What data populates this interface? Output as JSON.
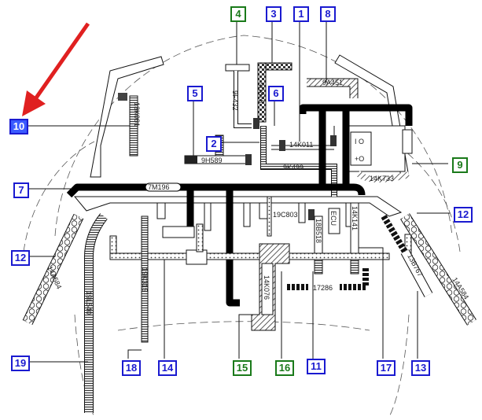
{
  "diagram": {
    "callouts": [
      {
        "id": "1",
        "text": "1",
        "kind": "blue"
      },
      {
        "id": "2",
        "text": "2",
        "kind": "blue"
      },
      {
        "id": "3",
        "text": "3",
        "kind": "blue"
      },
      {
        "id": "4",
        "text": "4",
        "kind": "green"
      },
      {
        "id": "5",
        "text": "5",
        "kind": "blue"
      },
      {
        "id": "6",
        "text": "6",
        "kind": "blue"
      },
      {
        "id": "7",
        "text": "7",
        "kind": "blue"
      },
      {
        "id": "8",
        "text": "8",
        "kind": "blue"
      },
      {
        "id": "9",
        "text": "9",
        "kind": "green"
      },
      {
        "id": "10",
        "text": "10",
        "kind": "highlighted"
      },
      {
        "id": "11",
        "text": "11",
        "kind": "blue"
      },
      {
        "id": "12a",
        "text": "12",
        "kind": "blue"
      },
      {
        "id": "12b",
        "text": "12",
        "kind": "blue"
      },
      {
        "id": "13",
        "text": "13",
        "kind": "blue"
      },
      {
        "id": "14",
        "text": "14",
        "kind": "blue"
      },
      {
        "id": "15",
        "text": "15",
        "kind": "green"
      },
      {
        "id": "16",
        "text": "16",
        "kind": "green"
      },
      {
        "id": "17",
        "text": "17",
        "kind": "blue"
      },
      {
        "id": "18",
        "text": "18",
        "kind": "blue"
      },
      {
        "id": "19",
        "text": "19",
        "kind": "blue"
      }
    ],
    "part_labels": {
      "p13K081": "13K081",
      "p9F432": "9F432",
      "p9D878": "9D878",
      "p9A451": "9A451",
      "p14K011": "14K011",
      "p9H589": "9H589",
      "p9K499": "9K499",
      "p14K733": "14K733",
      "p7M196": "7M196",
      "p19C803": "19C803",
      "p18B518": "18B518",
      "pECU": "ECU",
      "p14K141": "14K141",
      "p14A584a": "14A584",
      "p14A584b": "14A584",
      "p19K315": "19K315",
      "p19L540": "19L540",
      "p14K076": "14K076",
      "p17286": "17286",
      "p13B767": "13B767",
      "relay_minus": "I O",
      "relay_plus": "+O"
    },
    "colors": {
      "blue": "#1a1ad0",
      "green": "#1a7a1a",
      "highlight_fill": "#3b5bff",
      "arrow": "#e02020"
    }
  }
}
